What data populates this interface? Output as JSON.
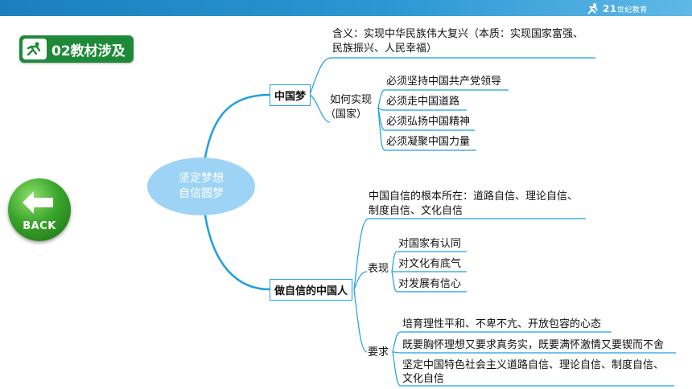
{
  "header": {
    "logo_text": "21",
    "logo_suffix": "世纪教育",
    "bar_color": "#1a7fbe"
  },
  "section": {
    "label": "02教材涉及",
    "color": "#1e8a39",
    "icon": "running-figure-icon"
  },
  "back_button": {
    "label": "BACK",
    "icon": "back-arrow-icon"
  },
  "mindmap": {
    "central": {
      "line1": "坚定梦想",
      "line2": "自信圆梦"
    },
    "branch1": {
      "label": "中国梦",
      "meaning": {
        "line1": "含义：实现中华民族伟大复兴（本质：实现国家富强、",
        "line2": "民族振兴、人民幸福）"
      },
      "how": {
        "line1": "如何实现",
        "line2": "（国家）",
        "items": [
          "必须坚持中国共产党领导",
          "必须走中国道路",
          "必须弘扬中国精神",
          "必须凝聚中国力量"
        ]
      }
    },
    "branch2": {
      "label": "做自信的中国人",
      "root": {
        "line1": "中国自信的根本所在：道路自信、理论自信、",
        "line2": "制度自信、文化自信"
      },
      "performance": {
        "label": "表现",
        "items": [
          "对国家有认同",
          "对文化有底气",
          "对发展有信心"
        ]
      },
      "requirement": {
        "label": "要求",
        "item1": "培育理性平和、不卑不亢、开放包容的心态",
        "item2": "既要胸怀理想又要求真务实，既要满怀激情又要锲而不舍",
        "item3_line1": "坚定中国特色社会主义道路自信、理论自信、制度自信、",
        "item3_line2": "文化自信"
      }
    },
    "line_color": "#1e9fe0"
  }
}
